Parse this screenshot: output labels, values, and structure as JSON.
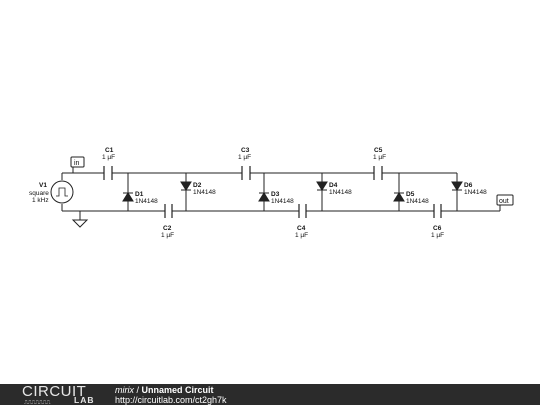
{
  "circuit": {
    "source": {
      "name": "V1",
      "type": "square",
      "freq": "1 kHz"
    },
    "ports": {
      "in": "in",
      "out": "out"
    },
    "capacitors": [
      {
        "name": "C1",
        "value": "1 µF"
      },
      {
        "name": "C2",
        "value": "1 µF"
      },
      {
        "name": "C3",
        "value": "1 µF"
      },
      {
        "name": "C4",
        "value": "1 µF"
      },
      {
        "name": "C5",
        "value": "1 µF"
      },
      {
        "name": "C6",
        "value": "1 µF"
      }
    ],
    "diodes": [
      {
        "name": "D1",
        "part": "1N4148"
      },
      {
        "name": "D2",
        "part": "1N4148"
      },
      {
        "name": "D3",
        "part": "1N4148"
      },
      {
        "name": "D4",
        "part": "1N4148"
      },
      {
        "name": "D5",
        "part": "1N4148"
      },
      {
        "name": "D6",
        "part": "1N4148"
      }
    ]
  },
  "footer": {
    "logo_top": "CIRCUIT",
    "logo_bottom": "LAB",
    "user": "mirix",
    "separator": " / ",
    "title": "Unnamed Circuit",
    "url": "http://circuitlab.com/ct2gh7k"
  },
  "colors": {
    "wire": "#222222",
    "footer_bg": "#2b2b2b"
  }
}
